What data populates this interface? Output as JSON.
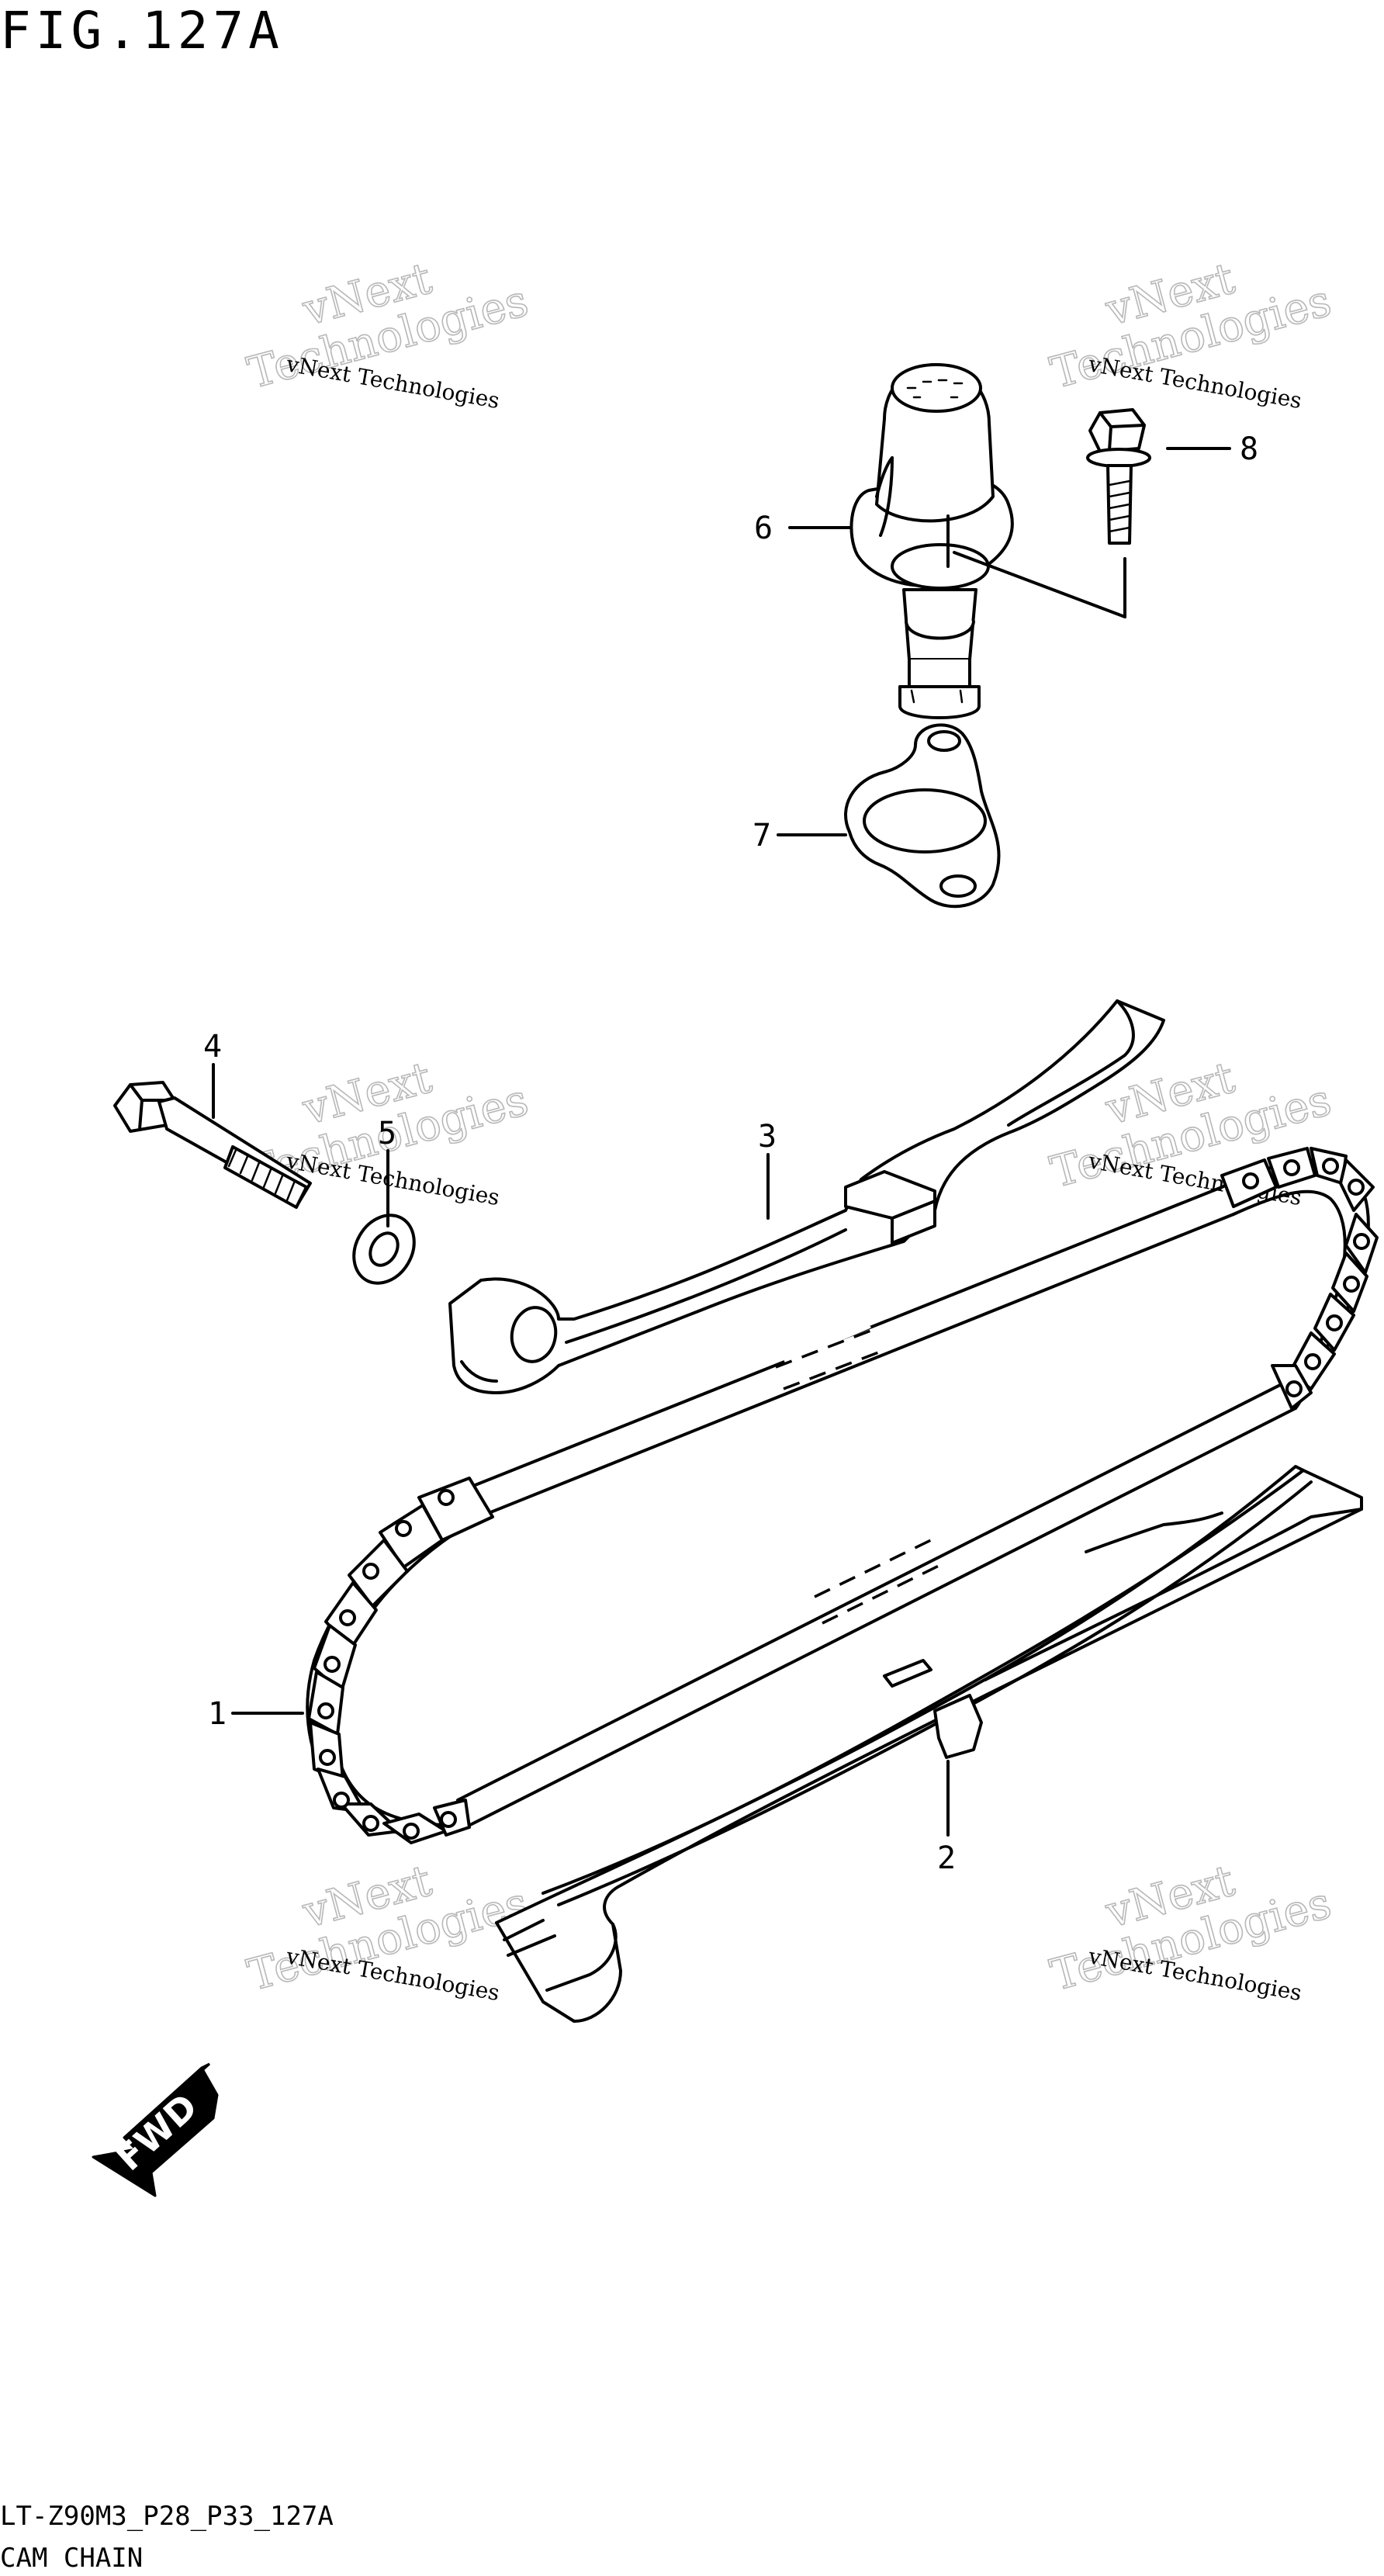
{
  "figure": {
    "title": "FIG.127A",
    "code": "LT-Z90M3_P28_P33_127A",
    "name": "CAM CHAIN"
  },
  "callouts": [
    {
      "id": "1"
    },
    {
      "id": "2"
    },
    {
      "id": "3"
    },
    {
      "id": "4"
    },
    {
      "id": "5"
    },
    {
      "id": "6"
    },
    {
      "id": "7"
    },
    {
      "id": "8"
    }
  ],
  "watermark": {
    "line1": "vNext Technologies",
    "line2": "vNext",
    "line3": "Technologies"
  },
  "fwd": {
    "label": "FWD",
    "icon": "fwd-arrow-icon"
  }
}
